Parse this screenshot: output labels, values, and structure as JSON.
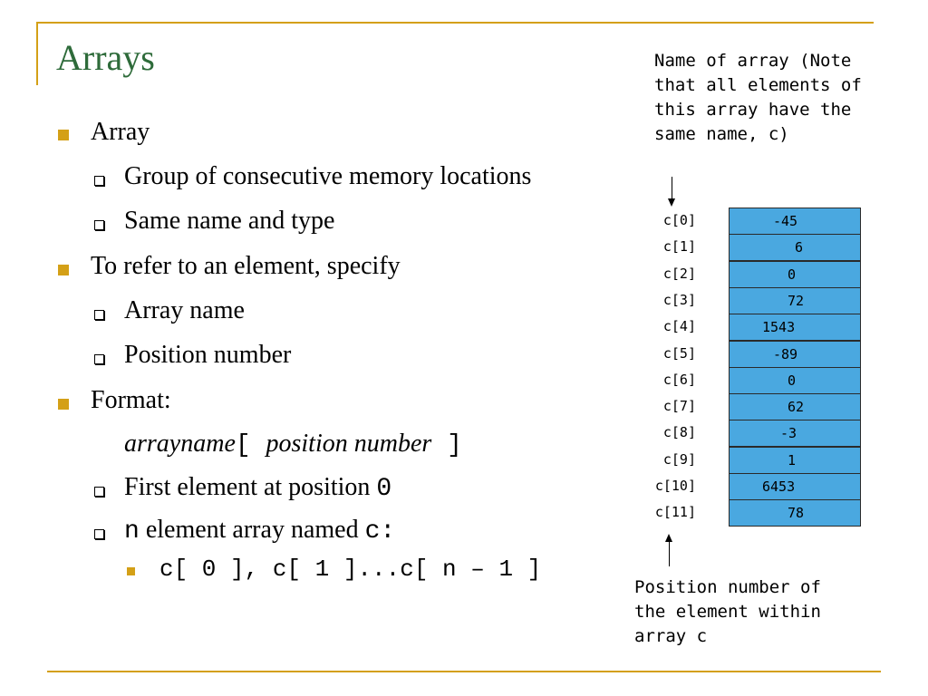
{
  "slide": {
    "title": "Arrays",
    "bullets": [
      {
        "level": 1,
        "text": "Array"
      },
      {
        "level": 2,
        "text": "Group of consecutive memory locations"
      },
      {
        "level": 2,
        "text": "Same name and type"
      },
      {
        "level": 1,
        "text": "To refer to an element, specify"
      },
      {
        "level": 2,
        "text": "Array name"
      },
      {
        "level": 2,
        "text": "Position number"
      },
      {
        "level": 1,
        "text": "Format:"
      }
    ],
    "format": {
      "name": "arrayname",
      "open": "[ ",
      "pos": "position number",
      "close": " ]"
    },
    "first_element": {
      "text": "First element at position ",
      "code": "0"
    },
    "n_element": {
      "code1": "n",
      "text": " element array named ",
      "code2": "c:"
    },
    "sub_bullet": "c[ 0 ], c[ 1 ]...c[ n – 1 ]"
  },
  "annotations": {
    "top_note": "Name of array (Note\nthat all elements of\nthis array have the\nsame name, c)",
    "bottom_note": "Position number of\nthe element within\narray c"
  },
  "array_diagram": {
    "labels": [
      "c[0]",
      "c[1]",
      "c[2]",
      "c[3]",
      "c[4]",
      "c[5]",
      "c[6]",
      "c[7]",
      "c[8]",
      "c[9]",
      "c[10]",
      "c[11]"
    ],
    "values": [
      "-45",
      "6",
      "0",
      "72",
      "1543",
      "-89",
      "0",
      "62",
      "-3",
      "1",
      "6453",
      "78"
    ],
    "cell_color": "#4aa8e0"
  },
  "colors": {
    "title": "#2e6b3a",
    "accent": "#d4a017"
  }
}
